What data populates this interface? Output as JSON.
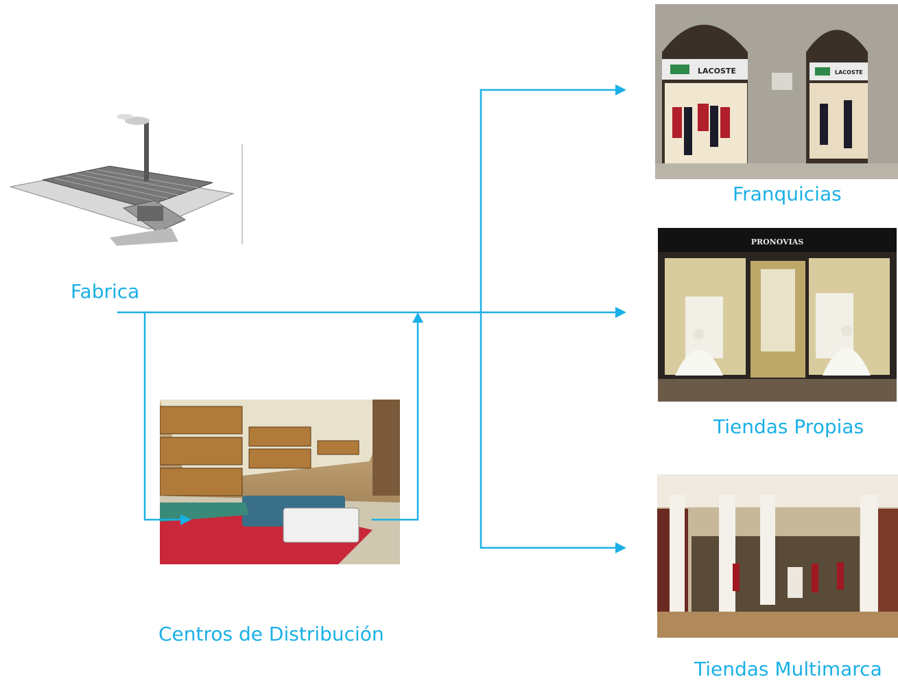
{
  "labels": {
    "factory": "Fabrica",
    "distribution": "Centros de Distribución",
    "franchises": "Franquicias",
    "own_stores": "Tiendas Propias",
    "multibrand": "Tiendas Multimarca"
  },
  "photo_text": {
    "franchise_sign_1": "LACOSTE",
    "franchise_sign_2": "LACOSTE",
    "own_store_sign": "PRONOVIAS"
  },
  "colors": {
    "flow": "#1ab0e6",
    "label": "#1ab0e6"
  }
}
